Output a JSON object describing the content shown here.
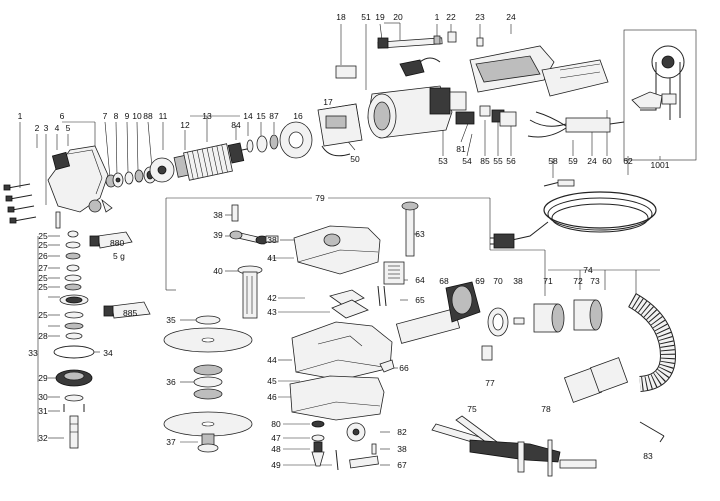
{
  "callouts": [
    {
      "key": "c18",
      "text": "18"
    },
    {
      "key": "c51",
      "text": "51"
    },
    {
      "key": "c19",
      "text": "19"
    },
    {
      "key": "c20",
      "text": "20"
    },
    {
      "key": "c1a",
      "text": "1"
    },
    {
      "key": "c22",
      "text": "22"
    },
    {
      "key": "c23",
      "text": "23"
    },
    {
      "key": "c24a",
      "text": "24"
    },
    {
      "key": "c1b",
      "text": "1"
    },
    {
      "key": "c2",
      "text": "2"
    },
    {
      "key": "c3",
      "text": "3"
    },
    {
      "key": "c4",
      "text": "4"
    },
    {
      "key": "c5",
      "text": "5"
    },
    {
      "key": "c6",
      "text": "6"
    },
    {
      "key": "c7",
      "text": "7"
    },
    {
      "key": "c8",
      "text": "8"
    },
    {
      "key": "c9",
      "text": "9"
    },
    {
      "key": "c10",
      "text": "10"
    },
    {
      "key": "c88",
      "text": "88"
    },
    {
      "key": "c11",
      "text": "11"
    },
    {
      "key": "c12",
      "text": "12"
    },
    {
      "key": "c13",
      "text": "13"
    },
    {
      "key": "c84",
      "text": "84"
    },
    {
      "key": "c14",
      "text": "14"
    },
    {
      "key": "c15",
      "text": "15"
    },
    {
      "key": "c87",
      "text": "87"
    },
    {
      "key": "c16",
      "text": "16"
    },
    {
      "key": "c17",
      "text": "17"
    },
    {
      "key": "c50",
      "text": "50"
    },
    {
      "key": "c53",
      "text": "53"
    },
    {
      "key": "c81",
      "text": "81"
    },
    {
      "key": "c54",
      "text": "54"
    },
    {
      "key": "c85",
      "text": "85"
    },
    {
      "key": "c55",
      "text": "55"
    },
    {
      "key": "c56",
      "text": "56"
    },
    {
      "key": "c58",
      "text": "58"
    },
    {
      "key": "c59",
      "text": "59"
    },
    {
      "key": "c24b",
      "text": "24"
    },
    {
      "key": "c60",
      "text": "60"
    },
    {
      "key": "c62",
      "text": "62"
    },
    {
      "key": "c1001",
      "text": "1001"
    },
    {
      "key": "c79",
      "text": "79"
    },
    {
      "key": "c38a",
      "text": "38"
    },
    {
      "key": "c39",
      "text": "39"
    },
    {
      "key": "c38b",
      "text": "38"
    },
    {
      "key": "c41",
      "text": "41"
    },
    {
      "key": "c40",
      "text": "40"
    },
    {
      "key": "c63",
      "text": "63"
    },
    {
      "key": "c64",
      "text": "64"
    },
    {
      "key": "c42",
      "text": "42"
    },
    {
      "key": "c43",
      "text": "43"
    },
    {
      "key": "c65",
      "text": "65"
    },
    {
      "key": "c68",
      "text": "68"
    },
    {
      "key": "c69",
      "text": "69"
    },
    {
      "key": "c70",
      "text": "70"
    },
    {
      "key": "c38c",
      "text": "38"
    },
    {
      "key": "c71",
      "text": "71"
    },
    {
      "key": "c72",
      "text": "72"
    },
    {
      "key": "c73",
      "text": "73"
    },
    {
      "key": "c74",
      "text": "74"
    },
    {
      "key": "c35",
      "text": "35"
    },
    {
      "key": "c44",
      "text": "44"
    },
    {
      "key": "c66",
      "text": "66"
    },
    {
      "key": "c45",
      "text": "45"
    },
    {
      "key": "c46",
      "text": "46"
    },
    {
      "key": "c77",
      "text": "77"
    },
    {
      "key": "c36",
      "text": "36"
    },
    {
      "key": "c25a",
      "text": "25"
    },
    {
      "key": "c25b",
      "text": "25"
    },
    {
      "key": "c26",
      "text": "26"
    },
    {
      "key": "c27",
      "text": "27"
    },
    {
      "key": "c25c",
      "text": "25"
    },
    {
      "key": "c25d",
      "text": "25"
    },
    {
      "key": "c25e",
      "text": "25"
    },
    {
      "key": "c28",
      "text": "28"
    },
    {
      "key": "c33",
      "text": "33"
    },
    {
      "key": "c34",
      "text": "34"
    },
    {
      "key": "c29",
      "text": "29"
    },
    {
      "key": "c30",
      "text": "30"
    },
    {
      "key": "c31",
      "text": "31"
    },
    {
      "key": "c32",
      "text": "32"
    },
    {
      "key": "c37",
      "text": "37"
    },
    {
      "key": "c80",
      "text": "80"
    },
    {
      "key": "c47",
      "text": "47"
    },
    {
      "key": "c48",
      "text": "48"
    },
    {
      "key": "c49",
      "text": "49"
    },
    {
      "key": "c82",
      "text": "82"
    },
    {
      "key": "c38d",
      "text": "38"
    },
    {
      "key": "c67",
      "text": "67"
    },
    {
      "key": "c75",
      "text": "75"
    },
    {
      "key": "c78",
      "text": "78"
    },
    {
      "key": "c83",
      "text": "83"
    }
  ],
  "tube_labels": {
    "t880": "880",
    "t5g": "5 g",
    "t885": "885"
  },
  "colors": {
    "line": "#222222",
    "fill_light": "#f2f2f2",
    "fill_mid": "#bdbdbd",
    "fill_dark": "#3a3a3a"
  }
}
